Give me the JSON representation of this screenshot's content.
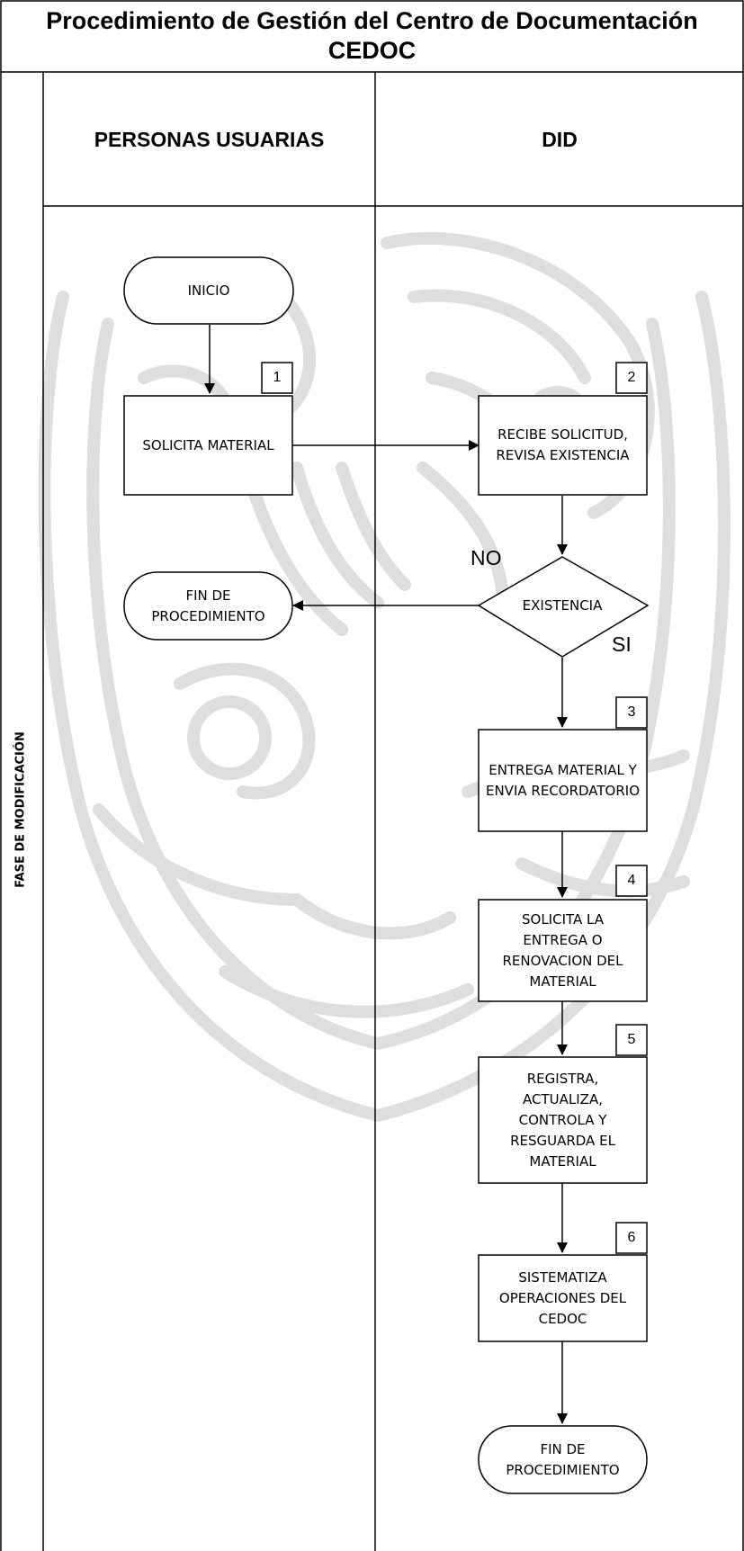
{
  "title": {
    "line1": "Procedimiento de Gestión del Centro de Documentación",
    "line2": "CEDOC"
  },
  "phase_label": "FASE DE MODIFICACIÓN",
  "lanes": [
    {
      "header": "PERSONAS USUARIAS"
    },
    {
      "header": "DID"
    }
  ],
  "nodes": {
    "inicio": "INICIO",
    "solicita_material": "SOLICITA MATERIAL",
    "recibe_solicitud": "RECIBE SOLICITUD, REVISA EXISTENCIA",
    "existencia": "EXISTENCIA",
    "fin_1": "FIN DE PROCEDIMIENTO",
    "entrega_material": "ENTREGA MATERIAL Y ENVIA RECORDATORIO",
    "solicita_entrega": "SOLICITA LA ENTREGA O RENOVACION DEL MATERIAL",
    "registra": "REGISTRA, ACTUALIZA, CONTROLA Y RESGUARDA EL MATERIAL",
    "sistematiza": "SISTEMATIZA OPERACIONES DEL CEDOC",
    "fin_2": "FIN DE PROCEDIMIENTO"
  },
  "step_numbers": {
    "s1": "1",
    "s2": "2",
    "s3": "3",
    "s4": "4",
    "s5": "5",
    "s6": "6"
  },
  "branches": {
    "no": "NO",
    "si": "SI"
  },
  "colors": {
    "line": "#000000",
    "watermark": "#d9d9d9",
    "background": "#ffffff"
  }
}
